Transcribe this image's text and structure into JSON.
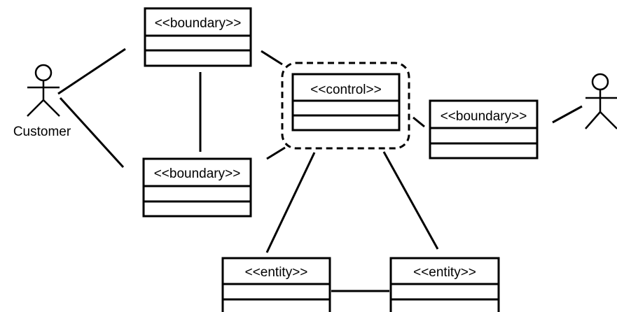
{
  "actors": {
    "left_label": "Customer",
    "right_label": ""
  },
  "classes": {
    "boundary_top": "<<boundary>>",
    "boundary_bottom": "<<boundary>>",
    "control": "<<control>>",
    "boundary_right": "<<boundary>>",
    "entity_left": "<<entity>>",
    "entity_right": "<<entity>>"
  }
}
